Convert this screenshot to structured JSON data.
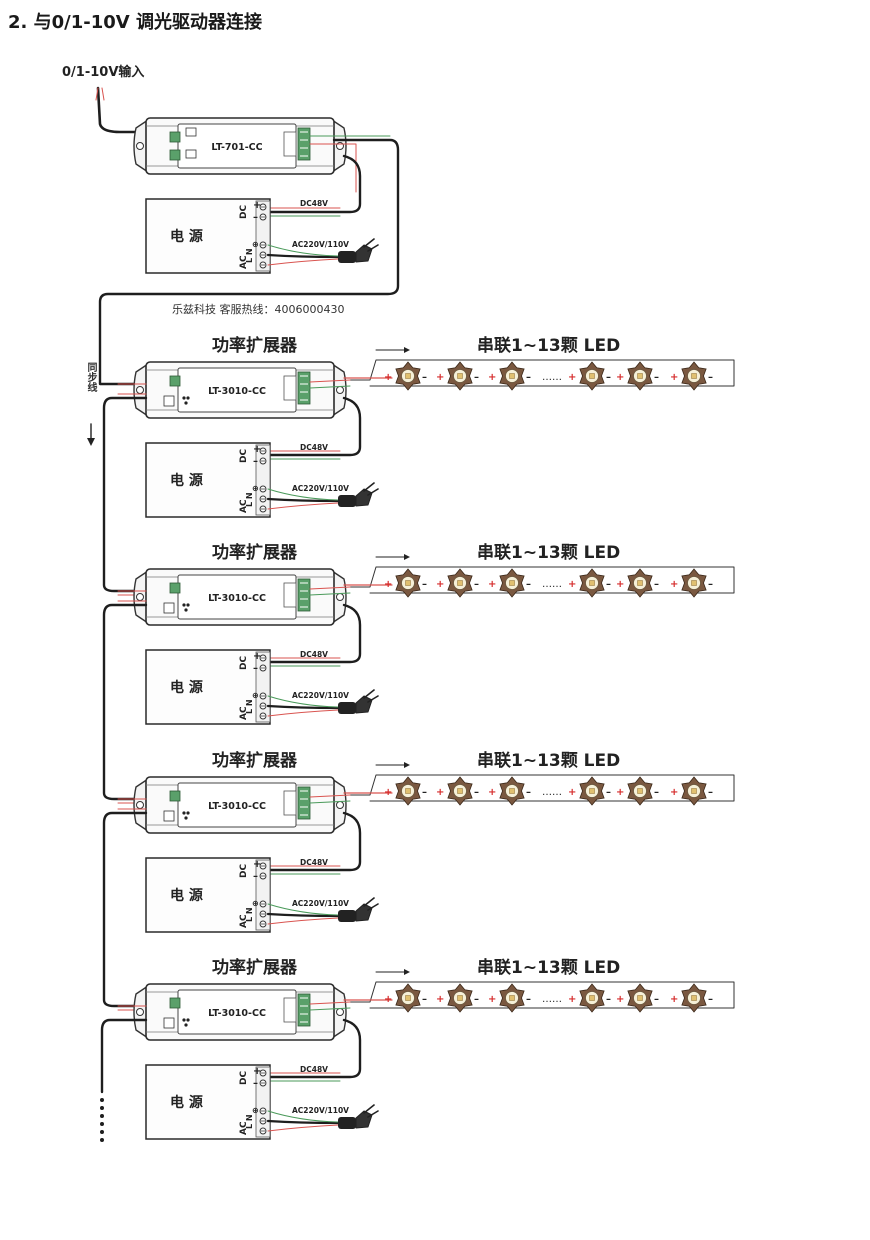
{
  "title": "2. 与0/1-10V 调光驱动器连接",
  "input_label": "0/1-10V输入",
  "controller": {
    "model": "LT-701-CC"
  },
  "hotline": "乐兹科技 客服热线：4006000430",
  "sync_label": "同步线",
  "power_supply": {
    "label": "电 源",
    "dc_label": "DC",
    "ac_label": "AC",
    "ln_label": "L N",
    "dc_voltage": "DC48V",
    "ac_voltage": "AC220V/110V"
  },
  "stages": [
    {
      "title": "功率扩展器",
      "model": "LT-3010-CC",
      "led_title": "串联1~13颗 LED"
    },
    {
      "title": "功率扩展器",
      "model": "LT-3010-CC",
      "led_title": "串联1~13颗 LED"
    },
    {
      "title": "功率扩展器",
      "model": "LT-3010-CC",
      "led_title": "串联1~13颗 LED"
    },
    {
      "title": "功率扩展器",
      "model": "LT-3010-CC",
      "led_title": "串联1~13颗 LED"
    }
  ],
  "led_ellipsis": "……",
  "colors": {
    "wire_black": "#1e1e1e",
    "wire_red": "#d9534f",
    "wire_green": "#4a9a5a",
    "terminal_green": "#5aa06a",
    "led_body": "#7a5840",
    "led_chip": "#f6f0d8",
    "plus_red": "#d62c2c"
  }
}
